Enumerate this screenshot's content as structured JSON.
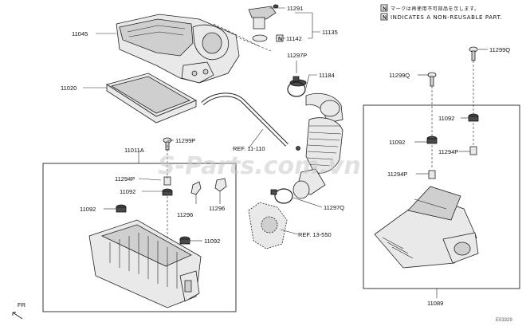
{
  "notes": {
    "badge": "N",
    "line1_jp": "マークは再使用不可部品を示します。",
    "line2_en": "INDICATES A NON-REUSABLE PART."
  },
  "labels": {
    "p11291": "11291",
    "p11045": "11045",
    "p11135": "11135",
    "p11142": "11142",
    "p11142_badge": "N",
    "p11297p": "11297P",
    "p11184": "11184",
    "p11020": "11020",
    "p11299p": "11299P",
    "ref_11_110": "REF. 11-110",
    "p11011a": "11011A",
    "p11294p_left": "11294P",
    "p11092_a": "11092",
    "p11092_b": "11092",
    "p11092_c": "11092",
    "p11296_a": "11296",
    "p11296_b": "11296",
    "p11297q": "11297Q",
    "ref_13_550": "REF. 13-550",
    "p11299q": "11299Q",
    "p11299q_right": "11299Q",
    "p11092_r1": "11092",
    "p11092_r2": "11092",
    "p11294p_r1": "11294P",
    "p11294p_r2": "11294P",
    "p11089": "11089",
    "fr": "FR",
    "diagram_code": "E03329"
  },
  "watermark": "S-Parts.com.vn"
}
